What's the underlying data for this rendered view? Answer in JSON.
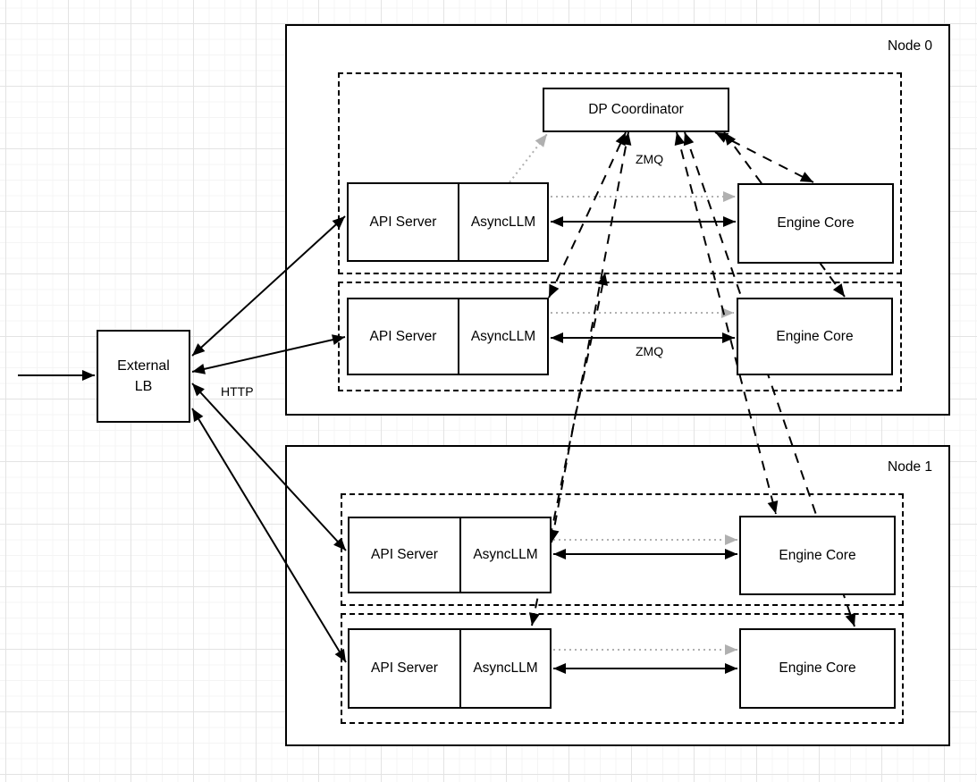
{
  "diagram": {
    "external_lb": {
      "line1": "External",
      "line2": "LB"
    },
    "dp_coordinator": {
      "label": "DP Coordinator"
    },
    "node0": {
      "label": "Node 0",
      "rows": [
        {
          "api": "API Server",
          "async": "AsyncLLM",
          "engine": "Engine Core"
        },
        {
          "api": "API Server",
          "async": "AsyncLLM",
          "engine": "Engine Core"
        }
      ]
    },
    "node1": {
      "label": "Node 1",
      "rows": [
        {
          "api": "API Server",
          "async": "AsyncLLM",
          "engine": "Engine Core"
        },
        {
          "api": "API Server",
          "async": "AsyncLLM",
          "engine": "Engine Core"
        }
      ]
    },
    "labels": {
      "zmq_top": "ZMQ",
      "zmq_mid": "ZMQ",
      "http": "HTTP"
    }
  },
  "colors": {
    "stroke": "#000000",
    "gray_arrow": "#b0b0b0"
  }
}
